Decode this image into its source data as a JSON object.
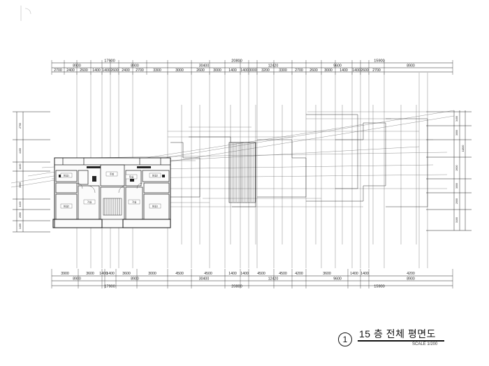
{
  "drawing": {
    "title": "15 층 전체 평면도",
    "number": "1",
    "scale": "SCALE 1/200"
  },
  "top_dimensions": {
    "row_detail": [
      "2700",
      "2400",
      "2600",
      "1400",
      "1400",
      "2600",
      "2400",
      "2700",
      "3300",
      "3000",
      "2600",
      "3000",
      "1400",
      "1400",
      "3000",
      "3200",
      "3300",
      "2700",
      "2600",
      "3000",
      "1400",
      "1400",
      "2600",
      "2700"
    ],
    "row_groups": [
      "8900",
      "8900",
      "30400",
      "12420",
      "9600",
      "8900"
    ],
    "row_totals": [
      "17900",
      "20800",
      "15900"
    ]
  },
  "bottom_dimensions": {
    "row_detail": [
      "3900",
      "3600",
      "1400",
      "1400",
      "3600",
      "3000",
      "4500",
      "4500",
      "1400",
      "1400",
      "4500",
      "4500",
      "4200",
      "3600",
      "1400",
      "1400",
      "4200"
    ],
    "row_groups": [
      "8900",
      "8900",
      "30400",
      "12420",
      "9600",
      "8900"
    ],
    "row_totals": [
      "17900",
      "20800",
      "15900"
    ]
  },
  "left_dimensions": [
    "2700",
    "4400",
    "1400",
    "3900",
    "1400",
    "2000",
    "1400"
  ],
  "right_dimensions": [
    "3400",
    "3000",
    "11800",
    "2600",
    "3000",
    "2000",
    "3100"
  ],
  "room_labels": [
    "침실1",
    "침실2",
    "거실",
    "주방",
    "욕실",
    "침실1",
    "침실2",
    "거실"
  ]
}
